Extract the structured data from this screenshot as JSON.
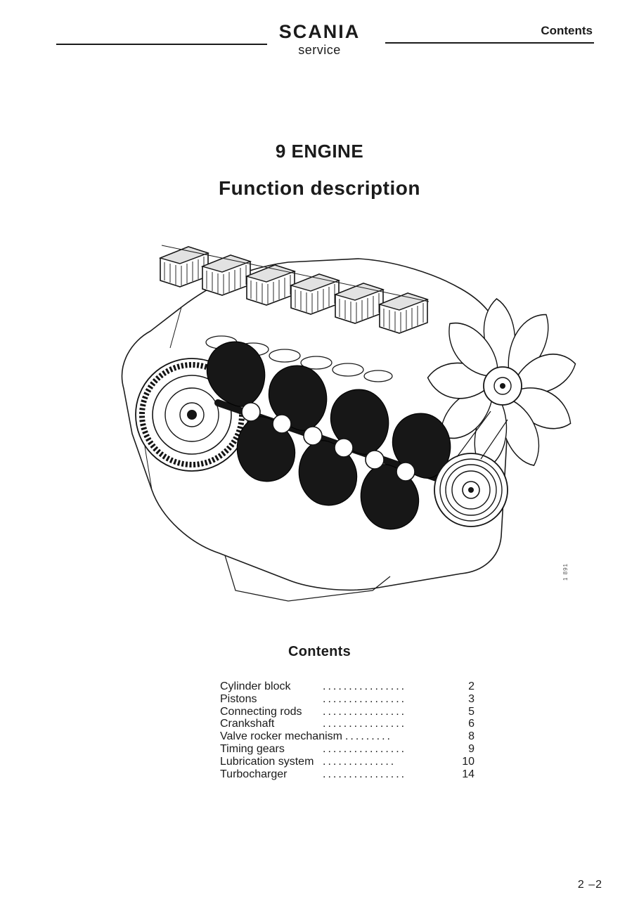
{
  "header": {
    "brand": "SCANIA",
    "brand_sub": "service",
    "right_label": "Contents"
  },
  "titles": {
    "main": "9 ENGINE",
    "sub": "Function description"
  },
  "figure": {
    "name": "engine-cutaway-drawing",
    "side_label": "1 891"
  },
  "contents": {
    "heading": "Contents",
    "items": [
      {
        "label": "Cylinder block",
        "dots": "................",
        "page": "2"
      },
      {
        "label": "Pistons",
        "dots": "................",
        "page": "3"
      },
      {
        "label": "Connecting rods",
        "dots": "................",
        "page": "5"
      },
      {
        "label": "Crankshaft",
        "dots": "................",
        "page": "6"
      },
      {
        "label": "Valve rocker mechanism",
        "dots": ".........",
        "page": "8"
      },
      {
        "label": "Timing gears",
        "dots": "................",
        "page": "9"
      },
      {
        "label": "Lubrication system",
        "dots": "..............",
        "page": "10"
      },
      {
        "label": "Turbocharger",
        "dots": "................",
        "page": "14"
      }
    ]
  },
  "footer": {
    "page_number": "2 –2"
  }
}
